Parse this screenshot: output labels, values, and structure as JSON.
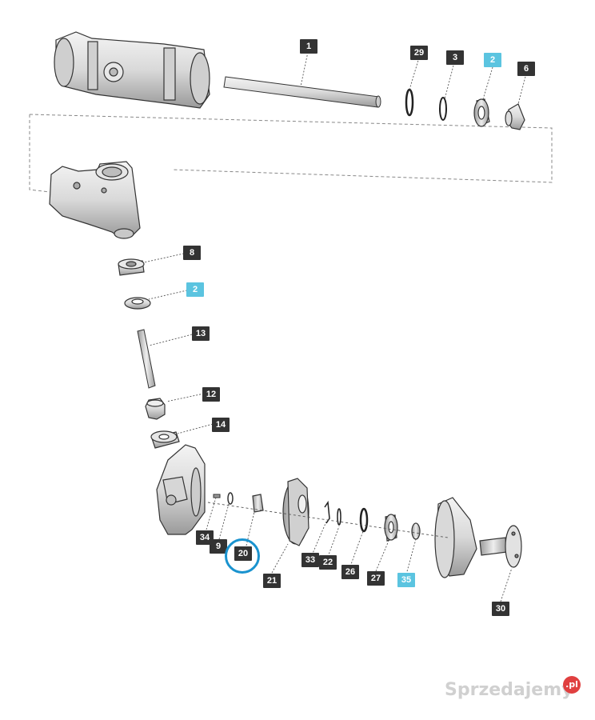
{
  "diagram": {
    "callouts": [
      {
        "id": "c1",
        "label": "1",
        "color": "dark"
      },
      {
        "id": "c29",
        "label": "29",
        "color": "dark"
      },
      {
        "id": "c3",
        "label": "3",
        "color": "dark"
      },
      {
        "id": "c2a",
        "label": "2",
        "color": "cyan"
      },
      {
        "id": "c6",
        "label": "6",
        "color": "dark"
      },
      {
        "id": "c8",
        "label": "8",
        "color": "dark"
      },
      {
        "id": "c2b",
        "label": "2",
        "color": "cyan"
      },
      {
        "id": "c13",
        "label": "13",
        "color": "dark"
      },
      {
        "id": "c12",
        "label": "12",
        "color": "dark"
      },
      {
        "id": "c14",
        "label": "14",
        "color": "dark"
      },
      {
        "id": "c34",
        "label": "34",
        "color": "dark"
      },
      {
        "id": "c9",
        "label": "9",
        "color": "dark"
      },
      {
        "id": "c20",
        "label": "20",
        "color": "dark"
      },
      {
        "id": "c21",
        "label": "21",
        "color": "dark"
      },
      {
        "id": "c33",
        "label": "33",
        "color": "dark"
      },
      {
        "id": "c22",
        "label": "22",
        "color": "dark"
      },
      {
        "id": "c26",
        "label": "26",
        "color": "dark"
      },
      {
        "id": "c27",
        "label": "27",
        "color": "dark"
      },
      {
        "id": "c35",
        "label": "35",
        "color": "cyan"
      },
      {
        "id": "c30",
        "label": "30",
        "color": "dark"
      }
    ],
    "highlighted_part": "20"
  },
  "watermark": {
    "brand": "Sprzedajemy",
    "badge": ".pl"
  },
  "colors": {
    "callout_dark": "#333333",
    "callout_cyan": "#5bc4e0",
    "highlight_ring": "#1a93cf"
  }
}
